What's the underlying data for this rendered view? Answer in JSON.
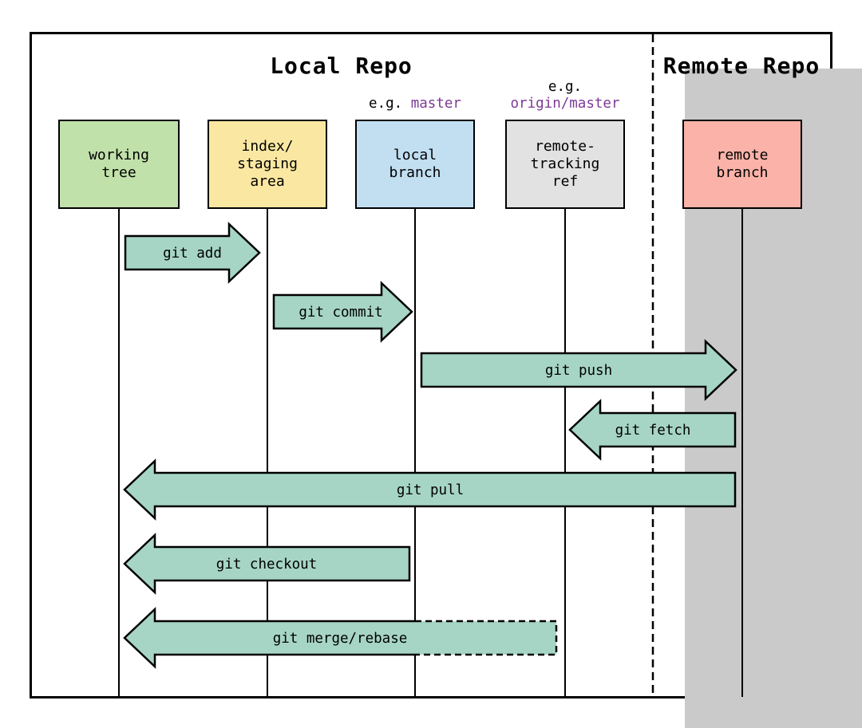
{
  "header": {
    "local_title": "Local Repo",
    "remote_title": "Remote Repo"
  },
  "examples": {
    "local_branch": {
      "prefix": "e.g. ",
      "value": "master"
    },
    "remote_tracking": {
      "prefix": "e.g.",
      "value": "origin/master"
    }
  },
  "columns": [
    {
      "id": "working-tree",
      "lines": [
        "working",
        "tree"
      ],
      "color": "#c1e1aa"
    },
    {
      "id": "index-staging-area",
      "lines": [
        "index/",
        "staging",
        "area"
      ],
      "color": "#fae8a2"
    },
    {
      "id": "local-branch",
      "lines": [
        "local",
        "branch"
      ],
      "color": "#c2dff2"
    },
    {
      "id": "remote-tracking-ref",
      "lines": [
        "remote-",
        "tracking",
        "ref"
      ],
      "color": "#e2e2e2"
    },
    {
      "id": "remote-branch",
      "lines": [
        "remote",
        "branch"
      ],
      "color": "#fbb3a9"
    }
  ],
  "commands": [
    {
      "label": "git add",
      "direction": "right",
      "from": "working-tree",
      "to": "index-staging-area"
    },
    {
      "label": "git commit",
      "direction": "right",
      "from": "index-staging-area",
      "to": "local-branch"
    },
    {
      "label": "git push",
      "direction": "right",
      "from": "local-branch",
      "to": "remote-branch"
    },
    {
      "label": "git fetch",
      "direction": "left",
      "from": "remote-branch",
      "to": "remote-tracking-ref"
    },
    {
      "label": "git pull",
      "direction": "left",
      "from": "remote-branch",
      "to": "working-tree"
    },
    {
      "label": "git checkout",
      "direction": "left",
      "from": "local-branch",
      "to": "working-tree"
    },
    {
      "label": "git merge/rebase",
      "direction": "left",
      "from": "remote-tracking-ref",
      "to": "working-tree",
      "style": "partially-dashed"
    }
  ],
  "colors": {
    "arrow_fill": "#a6d5c6",
    "remote_panel_bg": "#cacaca",
    "example_value": "#7d3a96",
    "outline": "#000000"
  }
}
